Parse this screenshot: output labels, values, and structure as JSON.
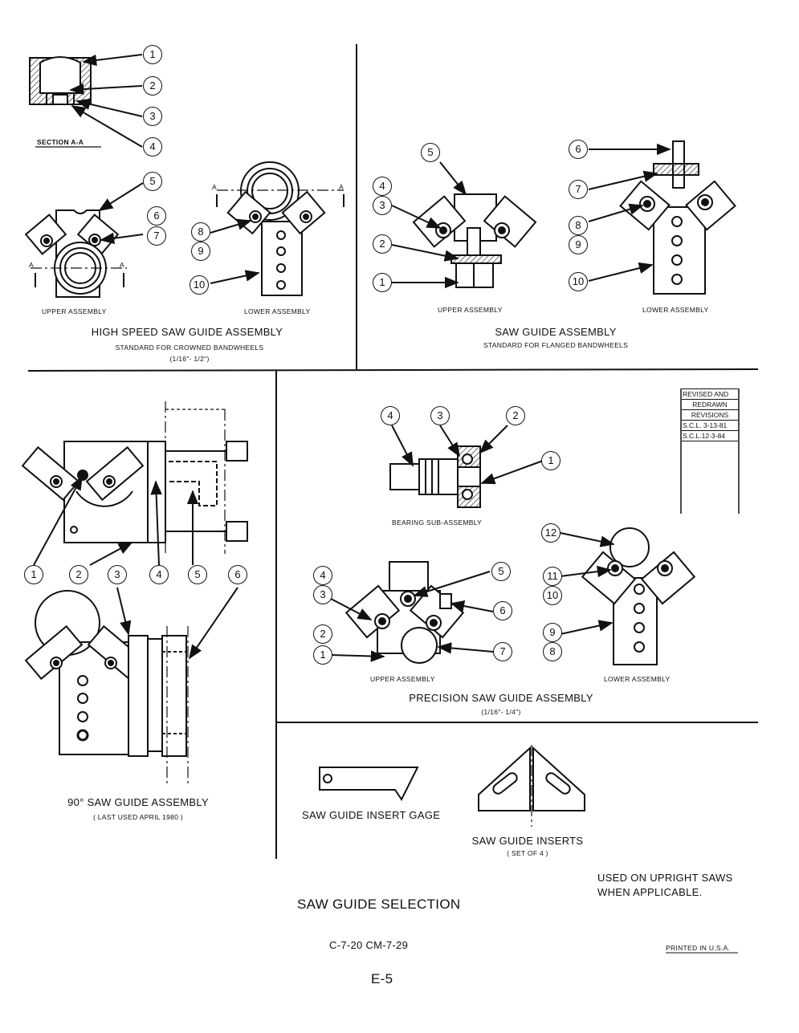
{
  "figure_title": "SAW GUIDE SELECTION",
  "doc_refs": "C-7-20   CM-7-29",
  "page_number": "E-5",
  "printed": "PRINTED IN U.S.A.",
  "upright_note": [
    "USED ON UPRIGHT SAWS",
    "WHEN APPLICABLE."
  ],
  "revisions": {
    "header_1": "REVISED AND",
    "header_2": "REDRAWN",
    "title": "REVISIONS",
    "rows": [
      "S.C.L. 3-13-81",
      "S.C.L.12-3-84"
    ]
  },
  "panels": {
    "high_speed": {
      "section_label": "SECTION A-A",
      "section_mark": "A",
      "upper_label": "UPPER ASSEMBLY",
      "lower_label": "LOWER ASSEMBLY",
      "title": "HIGH SPEED SAW GUIDE ASSEMBLY",
      "subtitle": "STANDARD FOR CROWNED BANDWHEELS",
      "range": "(1/16\"- 1/2\")",
      "callouts": [
        "1",
        "2",
        "3",
        "4",
        "5",
        "6",
        "7",
        "8",
        "9",
        "10"
      ]
    },
    "standard": {
      "upper_label": "UPPER ASSEMBLY",
      "lower_label": "LOWER ASSEMBLY",
      "title": "SAW GUIDE ASSEMBLY",
      "subtitle": "STANDARD FOR FLANGED BANDWHEELS",
      "callouts": [
        "1",
        "2",
        "3",
        "4",
        "5",
        "6",
        "7",
        "8",
        "9",
        "10"
      ]
    },
    "ninety": {
      "title": "90° SAW GUIDE ASSEMBLY",
      "subtitle": "( LAST USED APRIL 1980 )",
      "callouts": [
        "1",
        "2",
        "3",
        "4",
        "5",
        "6"
      ]
    },
    "precision": {
      "bearing_label": "BEARING SUB-ASSEMBLY",
      "upper_label": "UPPER ASSEMBLY",
      "lower_label": "LOWER ASSEMBLY",
      "title": "PRECISION SAW GUIDE ASSEMBLY",
      "range": "(1/16\"- 1/4\")",
      "callouts": [
        "1",
        "2",
        "3",
        "4",
        "5",
        "6",
        "7",
        "8",
        "9",
        "10",
        "11",
        "12"
      ]
    },
    "inserts": {
      "gage_label": "SAW GUIDE INSERT GAGE",
      "inserts_label": "SAW GUIDE INSERTS",
      "inserts_sub": "( SET OF 4 )"
    }
  }
}
